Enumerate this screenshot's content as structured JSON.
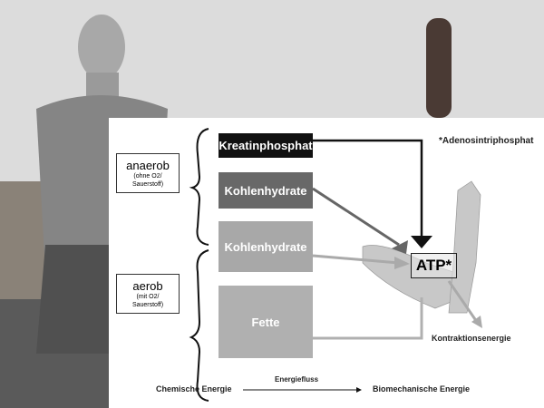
{
  "diagram": {
    "footnote": "*Adenosintriphosphat",
    "sources": [
      {
        "label": "Kreatinphosphat",
        "color": "#111111"
      },
      {
        "label": "Kohlenhydrate",
        "color": "#686868"
      },
      {
        "label": "Kohlenhydrate",
        "color": "#a8a8a8"
      },
      {
        "label": "Fette",
        "color": "#b0b0b0"
      }
    ],
    "groups": [
      {
        "title": "anaerob",
        "subtitle_1": "(ohne O2/",
        "subtitle_2": "Sauerstoff)"
      },
      {
        "title": "aerob",
        "subtitle_1": "(mit O2/",
        "subtitle_2": "Sauerstoff)"
      }
    ],
    "atp_label": "ATP*",
    "output_label": "Kontraktionsenergie",
    "flow": {
      "from": "Chemische Energie",
      "label": "Energiefluss",
      "to": "Biomechanische Energie"
    }
  }
}
